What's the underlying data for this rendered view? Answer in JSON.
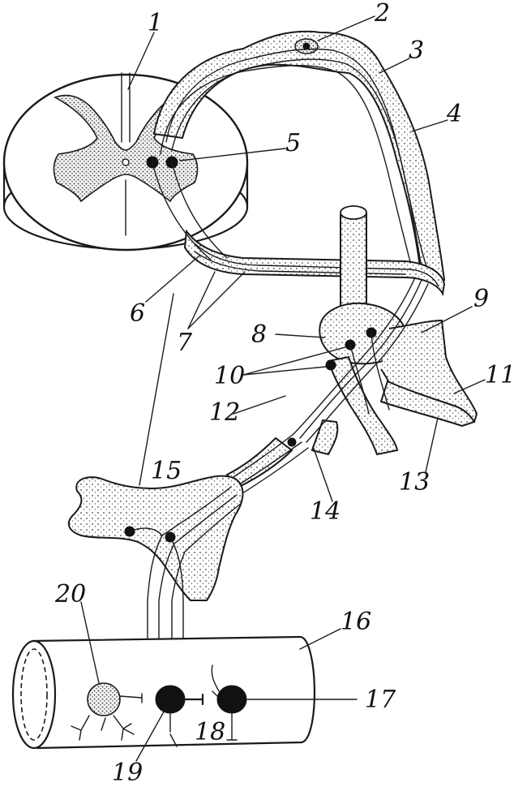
{
  "labels": {
    "n1": "1",
    "n2": "2",
    "n3": "3",
    "n4": "4",
    "n5": "5",
    "n6": "6",
    "n7": "7",
    "n8": "8",
    "n9": "9",
    "n10": "10",
    "n11": "11",
    "n12": "12",
    "n13": "13",
    "n14": "14",
    "n15": "15",
    "n16": "16",
    "n17": "17",
    "n18": "18",
    "n19": "19",
    "n20": "20"
  }
}
